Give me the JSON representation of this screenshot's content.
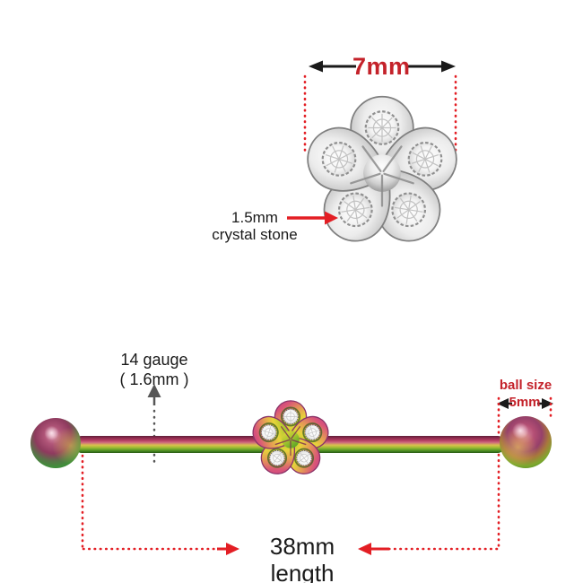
{
  "colors": {
    "red_text": "#c4222a",
    "red_line": "#e31e24",
    "ink": "#1a1a1a",
    "gray_arrow": "#565656",
    "steel": "#b9b9b9",
    "rainbow_magenta": "#c2418c",
    "rainbow_yellow": "#e6d43a",
    "rainbow_green": "#3f9626"
  },
  "top_diagram": {
    "description": "steel flower charm with five crystal stones",
    "stone_count": 5,
    "width_label": "7mm",
    "stone_note_line1": "1.5mm",
    "stone_note_line2": "crystal stone"
  },
  "bottom_diagram": {
    "description": "rainbow anodized industrial barbell with flower centerpiece",
    "gauge_line1": "14 gauge",
    "gauge_line2": "( 1.6mm )",
    "ball_size_title": "ball size",
    "ball_size_value": "5mm",
    "length_value": "38mm",
    "length_word": "length"
  }
}
